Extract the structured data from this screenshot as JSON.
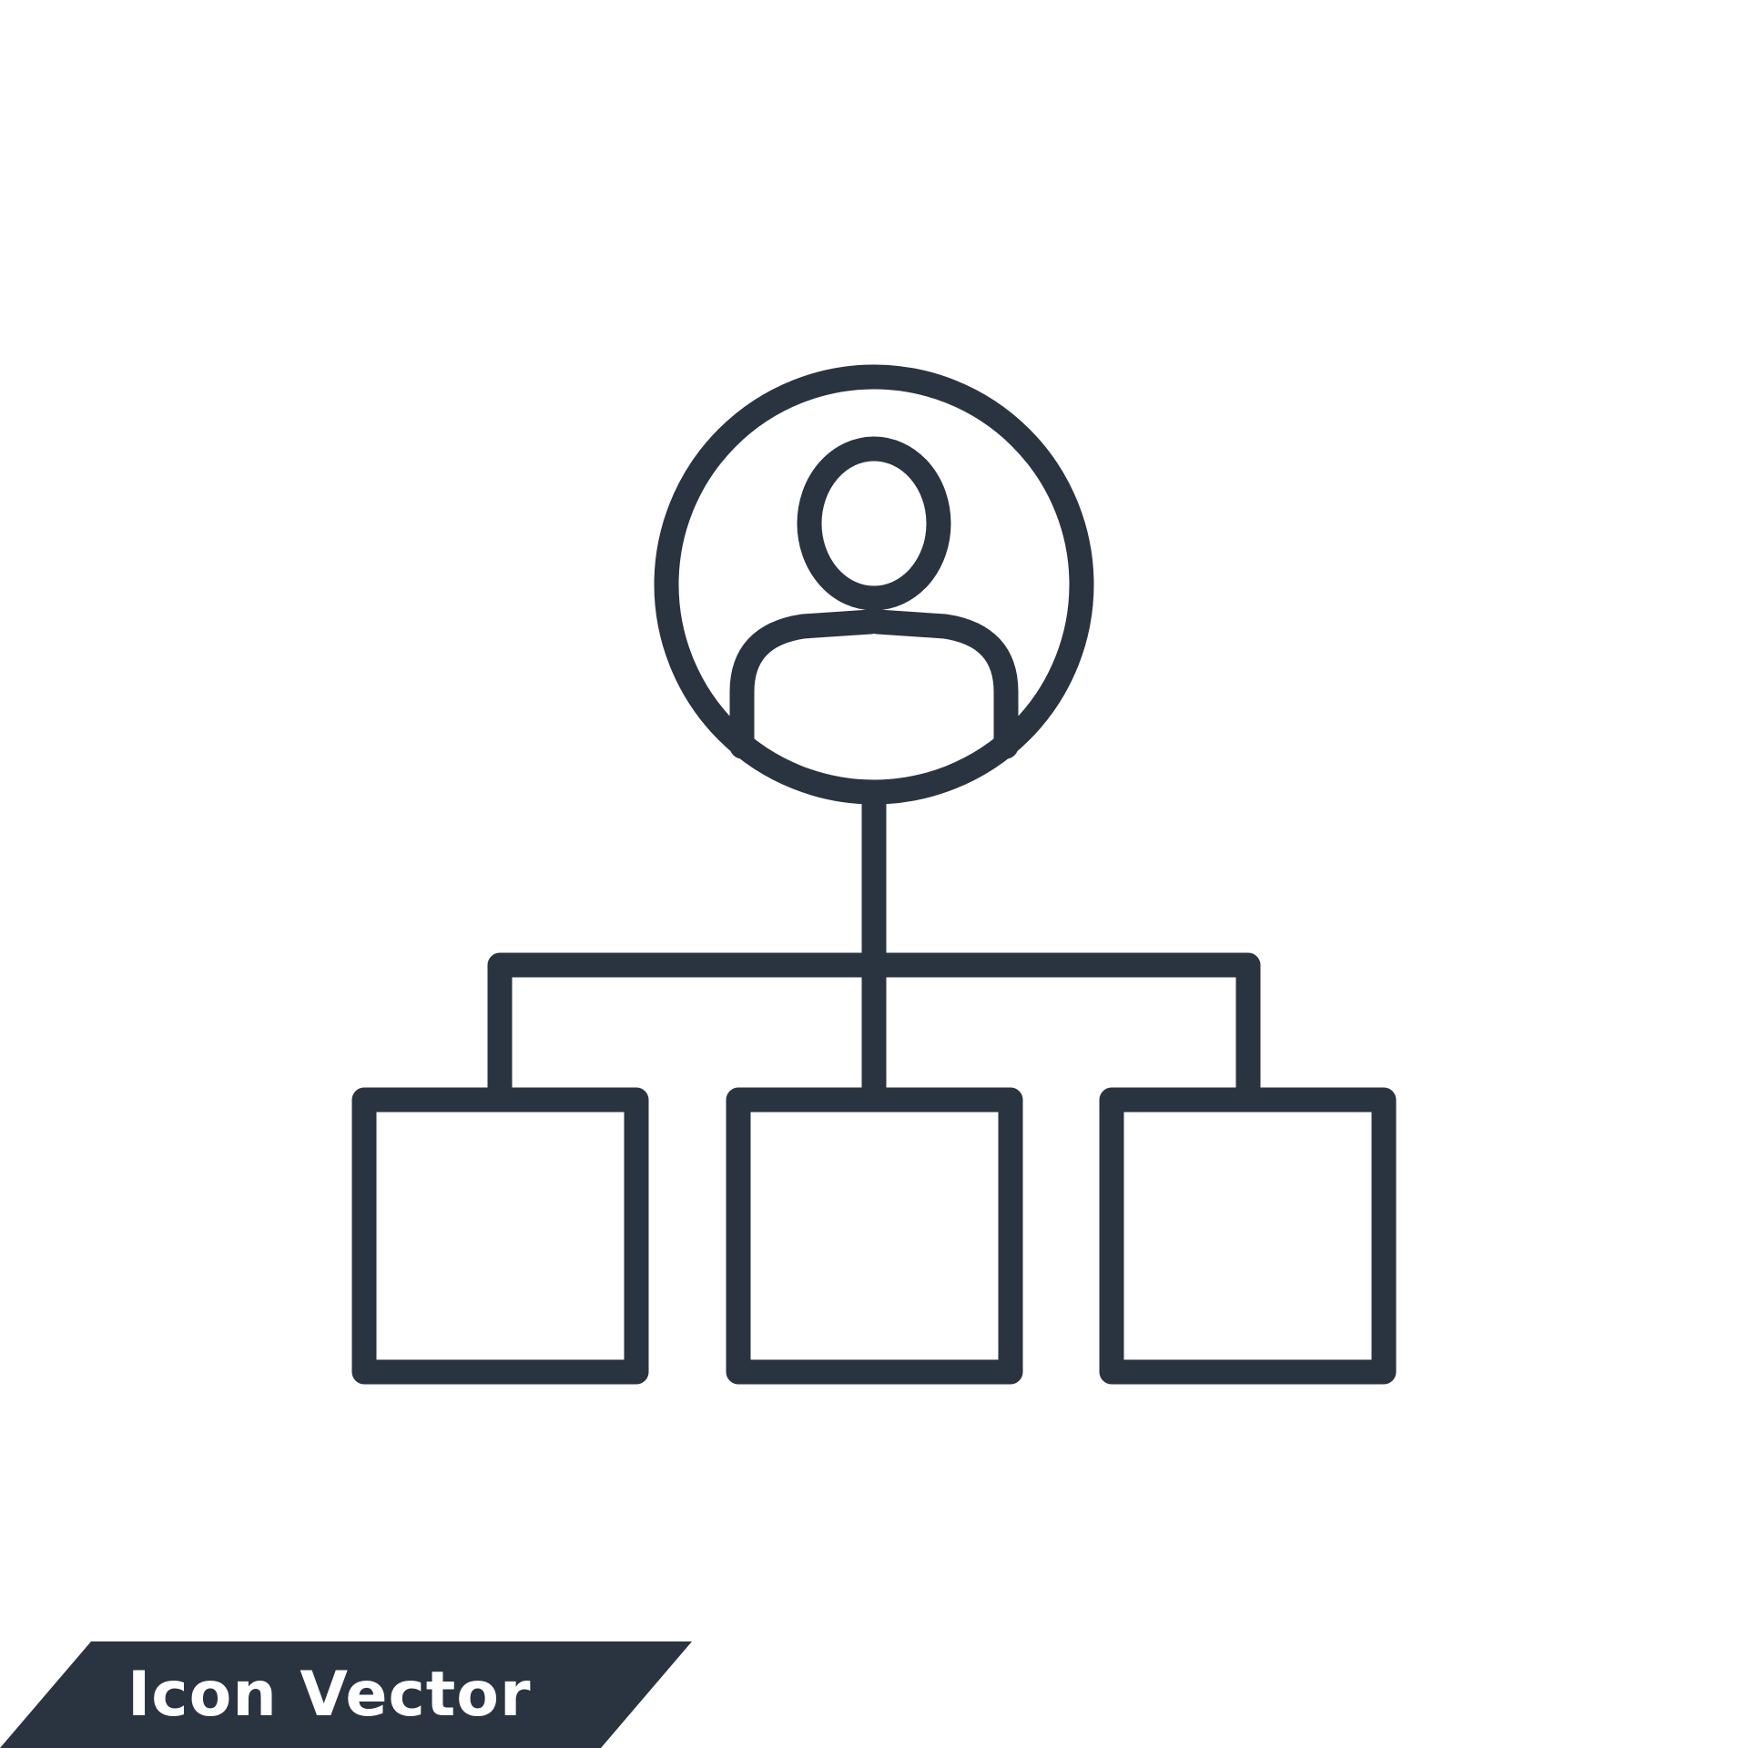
{
  "colors": {
    "icon_stroke": "#2a3440",
    "banner_bg": "#2a3440",
    "banner_text": "#ffffff",
    "background": "#ffffff"
  },
  "icon": {
    "name": "organization-hierarchy-icon",
    "parts": [
      "person-node-icon",
      "connector-lines",
      "child-box-left",
      "child-box-center",
      "child-box-right"
    ]
  },
  "banner": {
    "label": "Icon Vector"
  }
}
